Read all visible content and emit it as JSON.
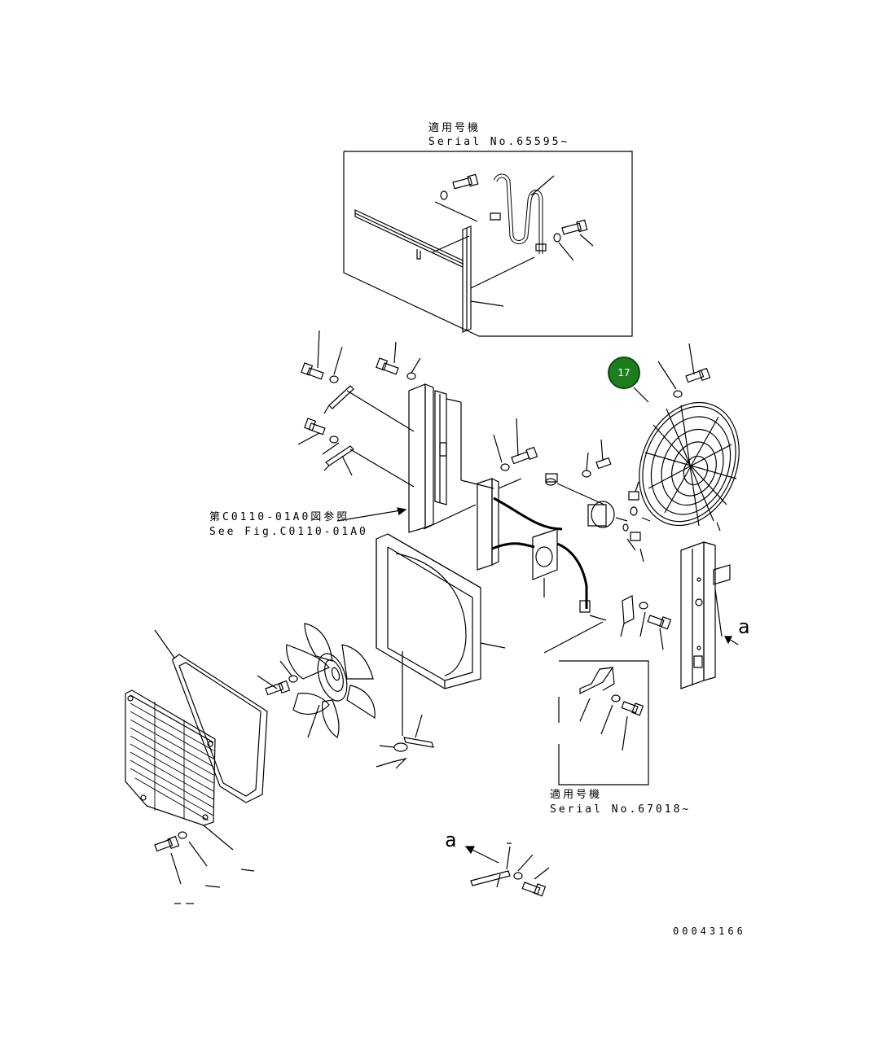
{
  "top_inset": {
    "applicable_jp": "適用号機",
    "serial": "Serial No.65595~"
  },
  "bottom_inset": {
    "applicable_jp": "適用号機",
    "serial": "Serial No.67018~"
  },
  "reference": {
    "jp": "第C0110-01A0図参照",
    "en": "See Fig.C0110-01A0"
  },
  "view_markers": {
    "a_right": "a",
    "a_bottom": "a"
  },
  "callout": {
    "number": "17",
    "color": "#1e7d1e"
  },
  "drawing_number": "00043166"
}
